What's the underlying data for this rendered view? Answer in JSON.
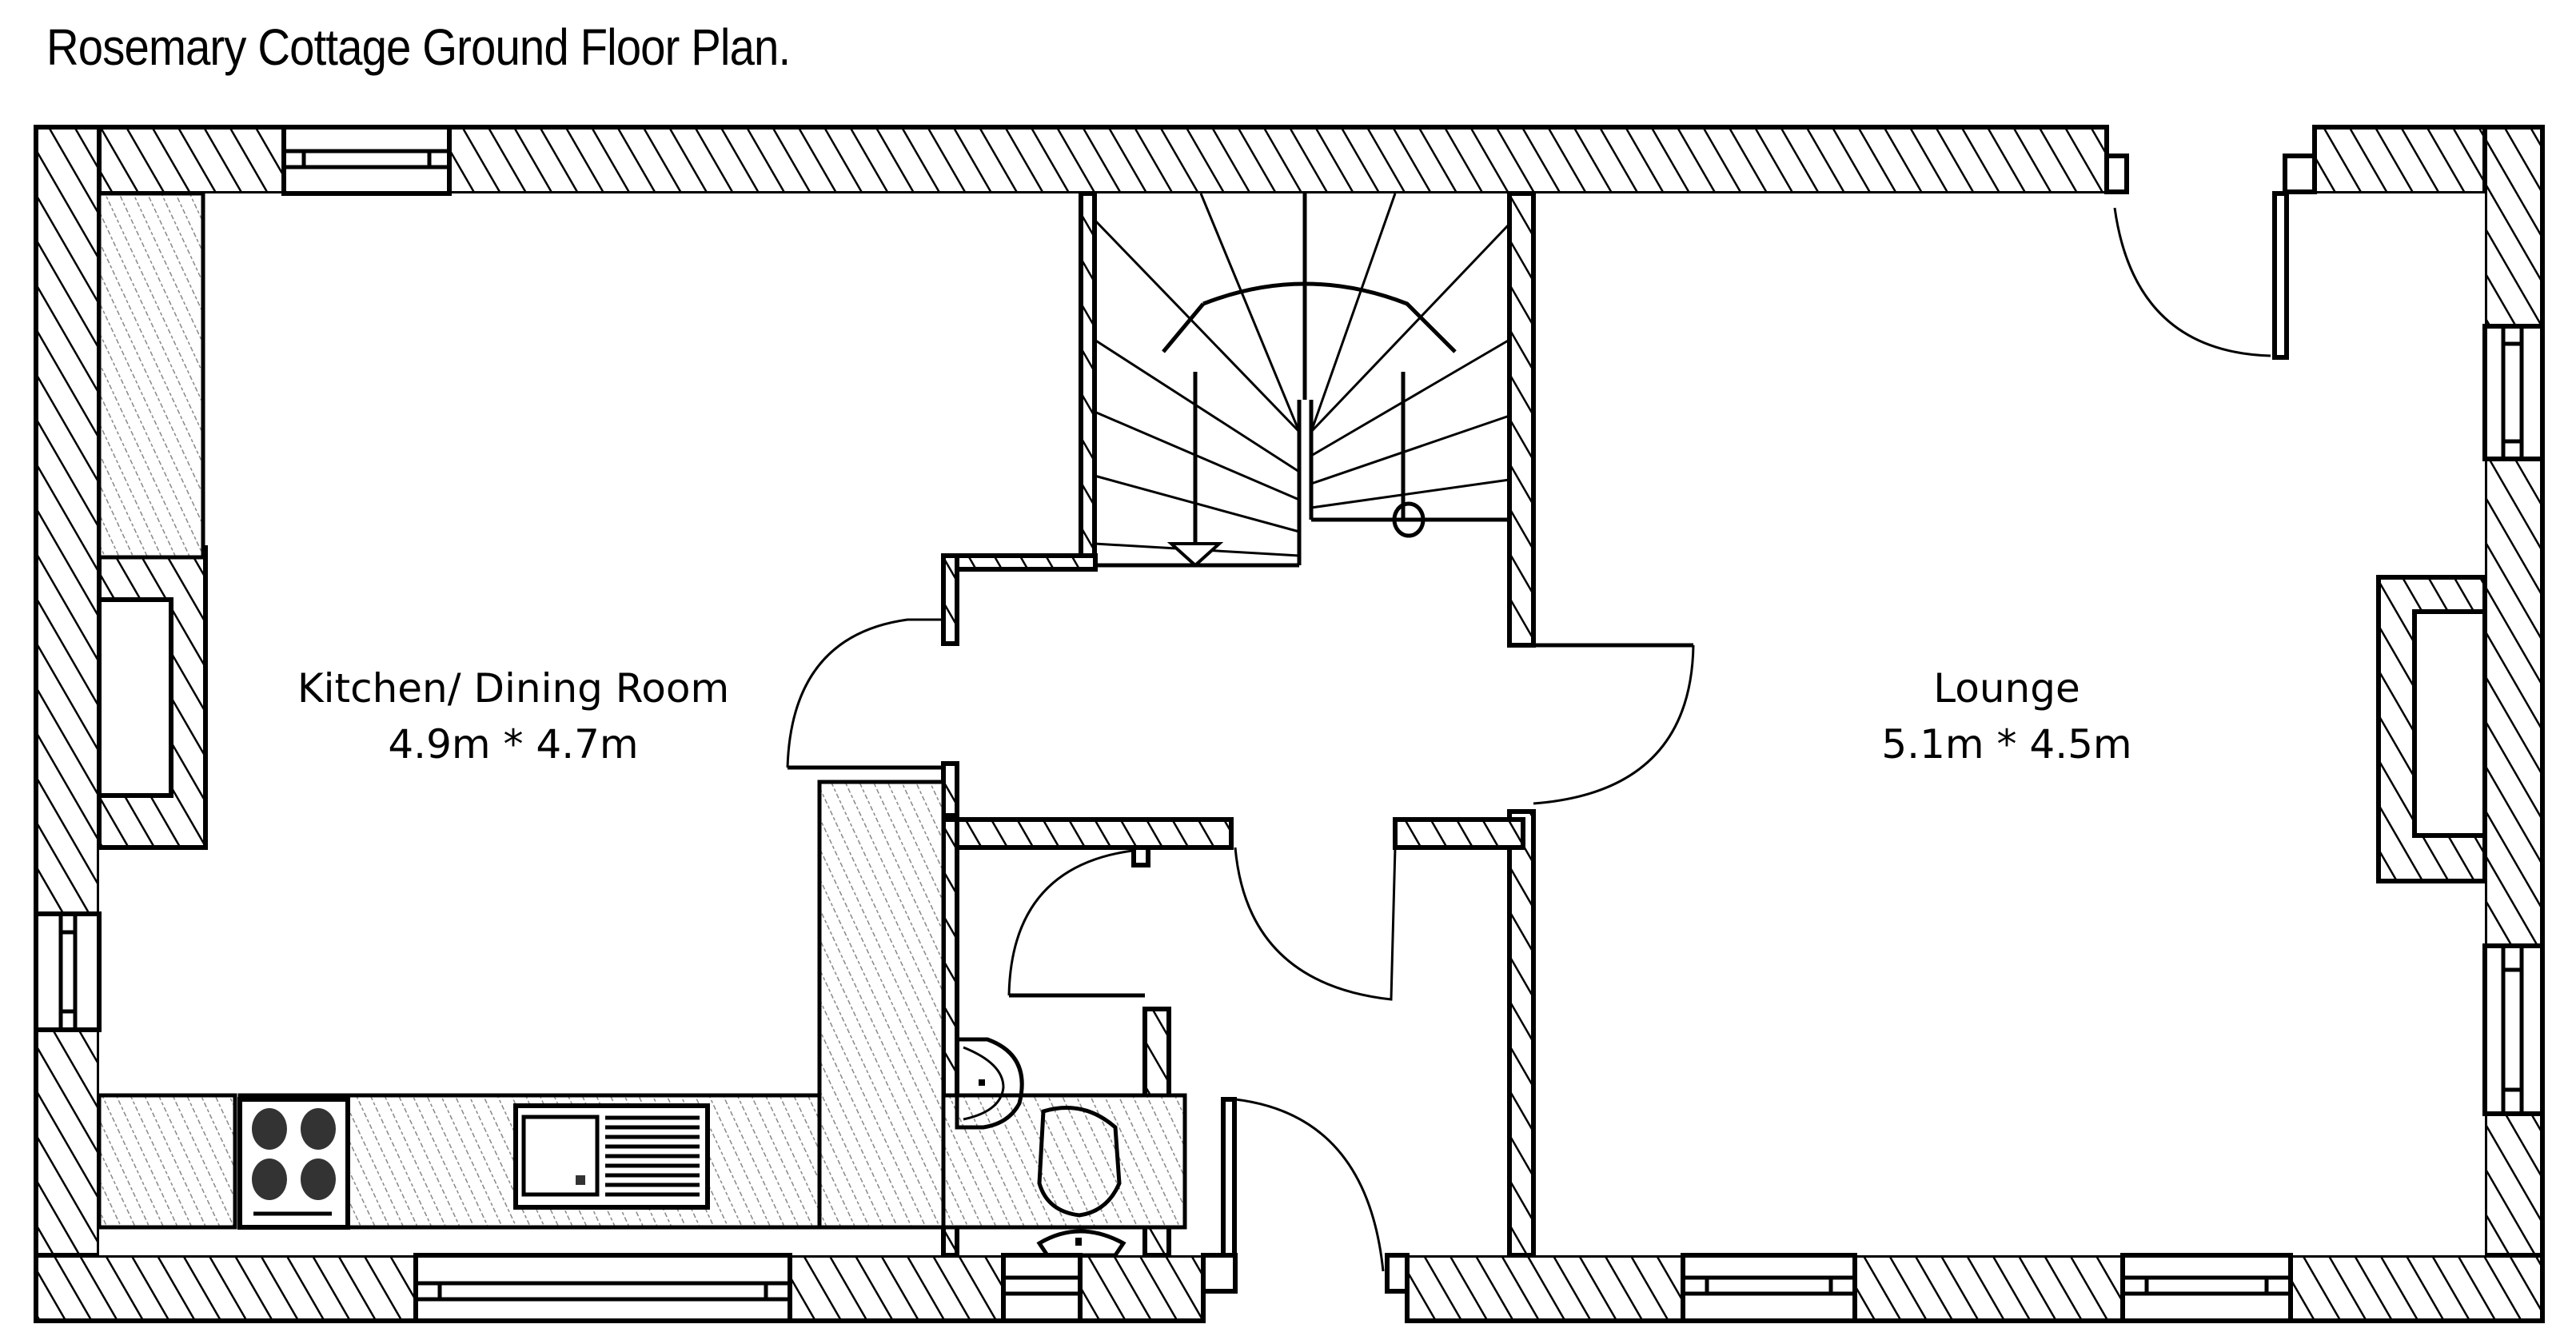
{
  "title": "Rosemary Cottage Ground Floor Plan.",
  "rooms": [
    {
      "name": "Kitchen/ Dining Room",
      "dimensions": "4.9m * 4.7m"
    },
    {
      "name": "Lounge",
      "dimensions": "5.1m * 4.5m"
    }
  ],
  "fixtures": [
    "staircase",
    "hob",
    "sink",
    "wc",
    "wash-basin",
    "chimney-breast"
  ],
  "colors": {
    "line": "#000000",
    "background": "#ffffff"
  }
}
